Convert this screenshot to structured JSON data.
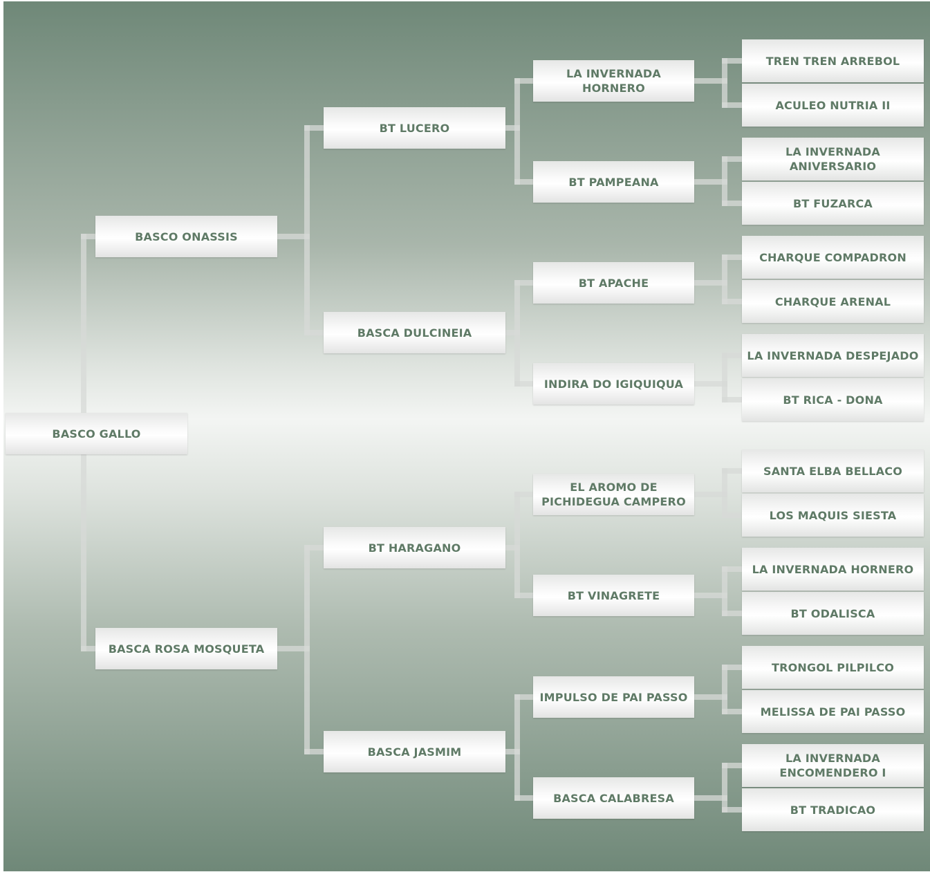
{
  "pedigree": {
    "generation_0": [
      "BASCO GALLO"
    ],
    "generation_1": [
      "BASCO ONASSIS",
      "BASCA ROSA MOSQUETA"
    ],
    "generation_2": [
      "BT LUCERO",
      "BASCA DULCINEIA",
      "BT HARAGANO",
      "BASCA JASMIM"
    ],
    "generation_3": [
      "LA INVERNADA HORNERO",
      "BT PAMPEANA",
      "BT APACHE",
      "INDIRA DO IGIQUIQUA",
      "EL AROMO DE PICHIDEGUA CAMPERO",
      "BT VINAGRETE",
      "IMPULSO DE PAI PASSO",
      "BASCA CALABRESA"
    ],
    "generation_4": [
      "TREN TREN ARREBOL",
      "ACULEO NUTRIA II",
      "LA INVERNADA ANIVERSARIO",
      "BT FUZARCA",
      "CHARQUE COMPADRON",
      "CHARQUE ARENAL",
      "LA INVERNADA DESPEJADO",
      "BT RICA - DONA",
      "SANTA ELBA BELLACO",
      "LOS MAQUIS SIESTA",
      "LA INVERNADA HORNERO",
      "BT ODALISCA",
      "TRONGOL PILPILCO",
      "MELISSA DE PAI PASSO",
      "LA INVERNADA ENCOMENDERO I",
      "BT TRADICAO"
    ]
  },
  "colors": {
    "text": "#5f7a66",
    "background": "#6f8878"
  }
}
